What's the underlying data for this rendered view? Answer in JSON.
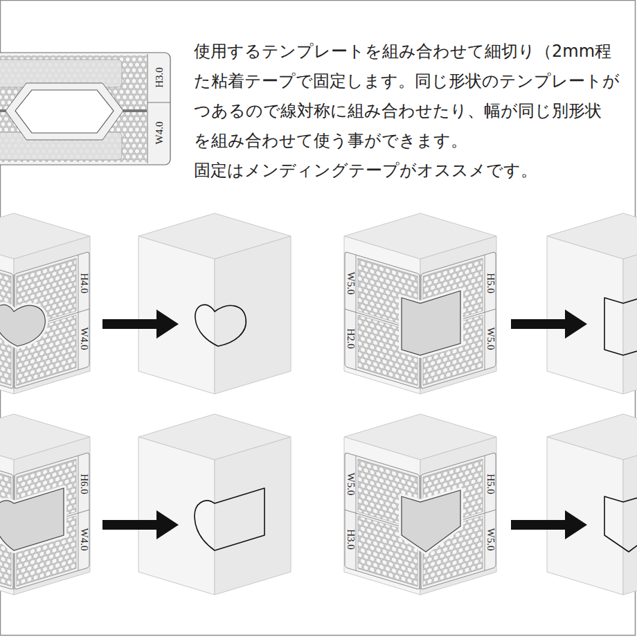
{
  "diagram": {
    "labels": [
      "H3.0",
      "W4.0",
      "使用するテンプレートを組み合わせて細切り（2mm程 た粘着テープで固定します。同じ形状のテンプレートが つあるので線対称に組み合わせたり、幅が同じ別形状 を組み合わせて使う事ができます。 固定はメンディングテープがオススメです。",
      "H4.0",
      "W4.0",
      "W5.0",
      "H2.0",
      "H5.0",
      "W5.0",
      "H6.0",
      "W4.0",
      "W5.0",
      "H3.0",
      "H5.0",
      "W5.0"
    ]
  }
}
